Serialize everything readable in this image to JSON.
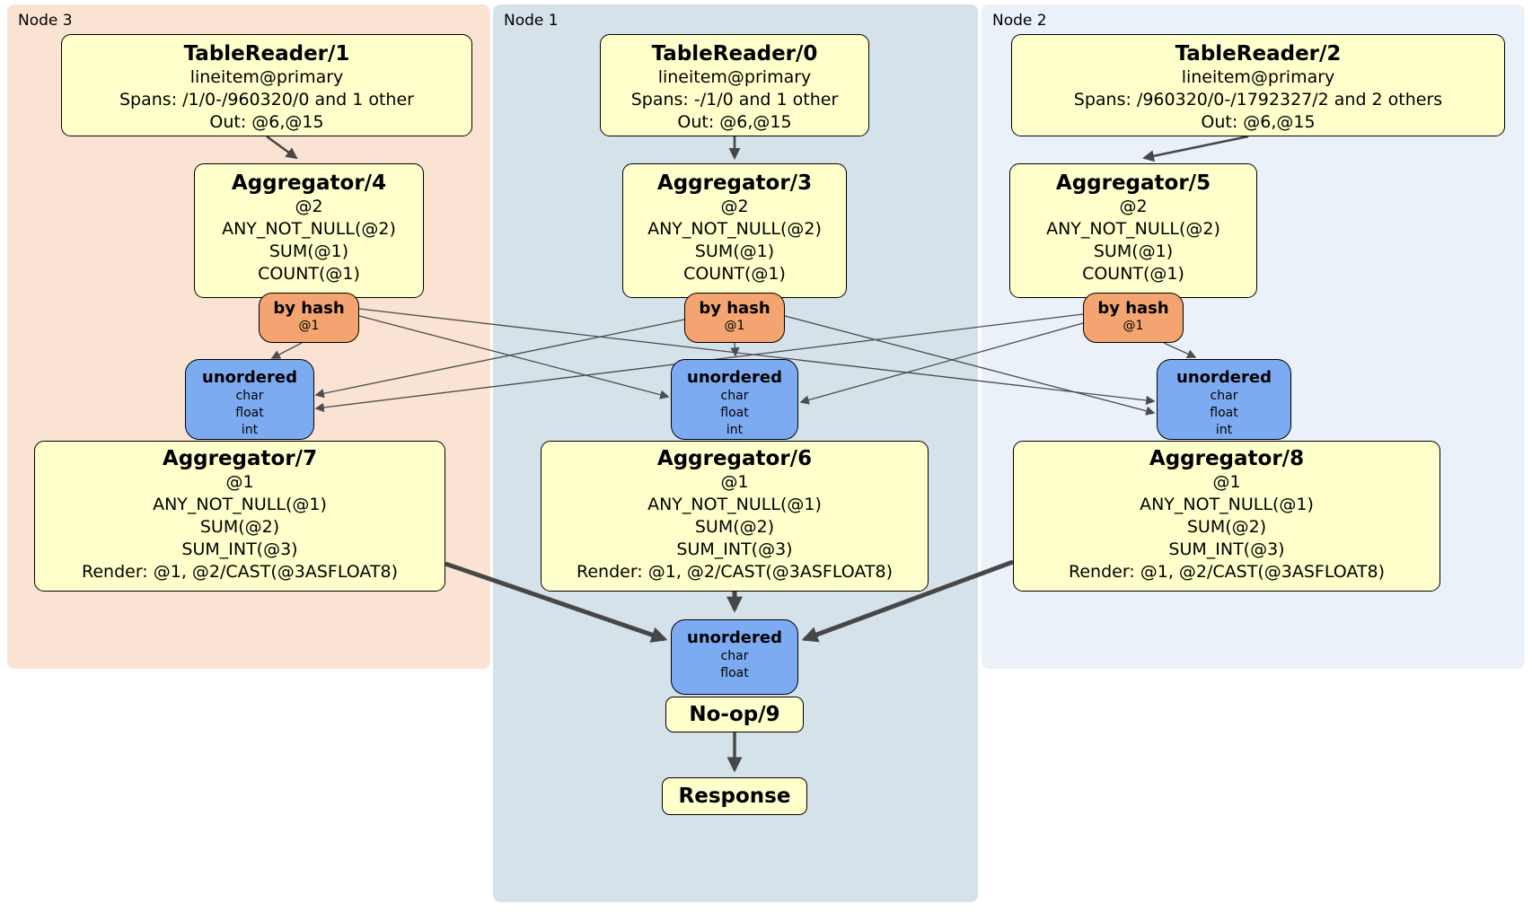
{
  "diagram": {
    "nodes": [
      {
        "label": "Node 3",
        "table_reader": {
          "title": "TableReader/1",
          "details": [
            "lineitem@primary",
            "Spans: /1/0-/960320/0 and 1 other",
            "Out: @6,@15"
          ]
        },
        "stage1_aggregator": {
          "title": "Aggregator/4",
          "details": [
            "@2",
            "ANY_NOT_NULL(@2)",
            "SUM(@1)",
            "COUNT(@1)"
          ]
        },
        "hash_router": {
          "title": "by hash",
          "detail": "@1"
        },
        "stream_sync": {
          "title": "unordered",
          "details": [
            "char",
            "float",
            "int"
          ]
        },
        "stage2_aggregator": {
          "title": "Aggregator/7",
          "details": [
            "@1",
            "ANY_NOT_NULL(@1)",
            "SUM(@2)",
            "SUM_INT(@3)",
            "Render: @1, @2/CAST(@3ASFLOAT8)"
          ]
        }
      },
      {
        "label": "Node 1",
        "table_reader": {
          "title": "TableReader/0",
          "details": [
            "lineitem@primary",
            "Spans: -/1/0 and 1 other",
            "Out: @6,@15"
          ]
        },
        "stage1_aggregator": {
          "title": "Aggregator/3",
          "details": [
            "@2",
            "ANY_NOT_NULL(@2)",
            "SUM(@1)",
            "COUNT(@1)"
          ]
        },
        "hash_router": {
          "title": "by hash",
          "detail": "@1"
        },
        "stream_sync": {
          "title": "unordered",
          "details": [
            "char",
            "float",
            "int"
          ]
        },
        "stage2_aggregator": {
          "title": "Aggregator/6",
          "details": [
            "@1",
            "ANY_NOT_NULL(@1)",
            "SUM(@2)",
            "SUM_INT(@3)",
            "Render: @1, @2/CAST(@3ASFLOAT8)"
          ]
        }
      },
      {
        "label": "Node 2",
        "table_reader": {
          "title": "TableReader/2",
          "details": [
            "lineitem@primary",
            "Spans: /960320/0-/1792327/2 and 2 others",
            "Out: @6,@15"
          ]
        },
        "stage1_aggregator": {
          "title": "Aggregator/5",
          "details": [
            "@2",
            "ANY_NOT_NULL(@2)",
            "SUM(@1)",
            "COUNT(@1)"
          ]
        },
        "hash_router": {
          "title": "by hash",
          "detail": "@1"
        },
        "stream_sync": {
          "title": "unordered",
          "details": [
            "char",
            "float",
            "int"
          ]
        },
        "stage2_aggregator": {
          "title": "Aggregator/8",
          "details": [
            "@1",
            "ANY_NOT_NULL(@1)",
            "SUM(@2)",
            "SUM_INT(@3)",
            "Render: @1, @2/CAST(@3ASFLOAT8)"
          ]
        }
      }
    ],
    "final": {
      "stream_sync": {
        "title": "unordered",
        "details": [
          "char",
          "float"
        ]
      },
      "noop": {
        "title": "No-op/9"
      },
      "response": {
        "title": "Response"
      }
    },
    "colors": {
      "processor": "#ffffcc",
      "router": "#f4a470",
      "sync": "#7dabf2",
      "node3_bg": "#fbe3d3",
      "node1_bg": "#d5e2ea",
      "node2_bg": "#eaf1f9"
    }
  }
}
